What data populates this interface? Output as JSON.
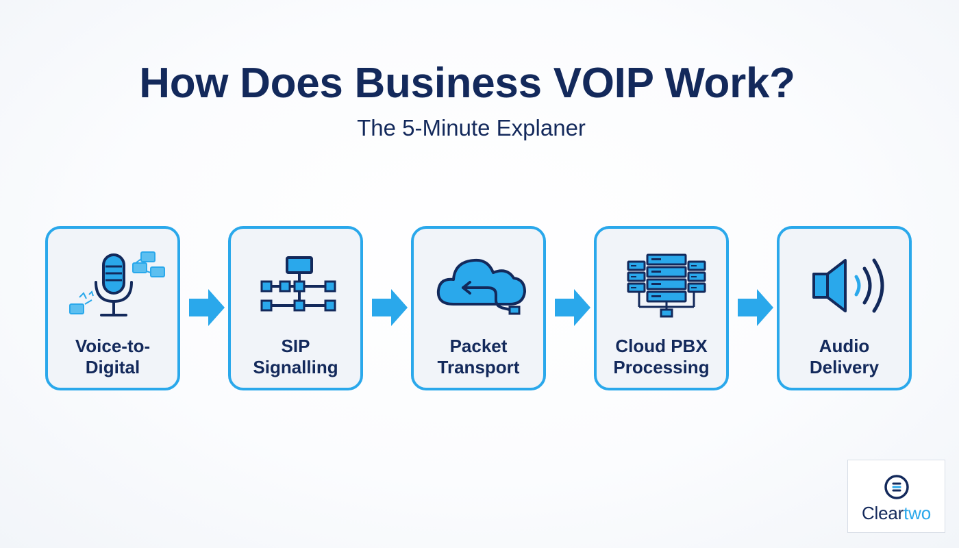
{
  "header": {
    "title": "How Does Business VOIP Work?",
    "subtitle": "The 5-Minute Explaner"
  },
  "steps": [
    {
      "line1": "Voice-to-",
      "line2": "Digital",
      "icon": "microphone-icon"
    },
    {
      "line1": "SIP",
      "line2": "Signalling",
      "icon": "network-hierarchy-icon"
    },
    {
      "line1": "Packet",
      "line2": "Transport",
      "icon": "cloud-transfer-icon"
    },
    {
      "line1": "Cloud PBX",
      "line2": "Processing",
      "icon": "server-rack-icon"
    },
    {
      "line1": "Audio",
      "line2": "Delivery",
      "icon": "speaker-icon"
    }
  ],
  "logo": {
    "name_part1": "Clear",
    "name_part2": "two"
  },
  "colors": {
    "navy": "#13295b",
    "accent_blue": "#2aa8eb",
    "card_fill": "#f1f4f9"
  }
}
